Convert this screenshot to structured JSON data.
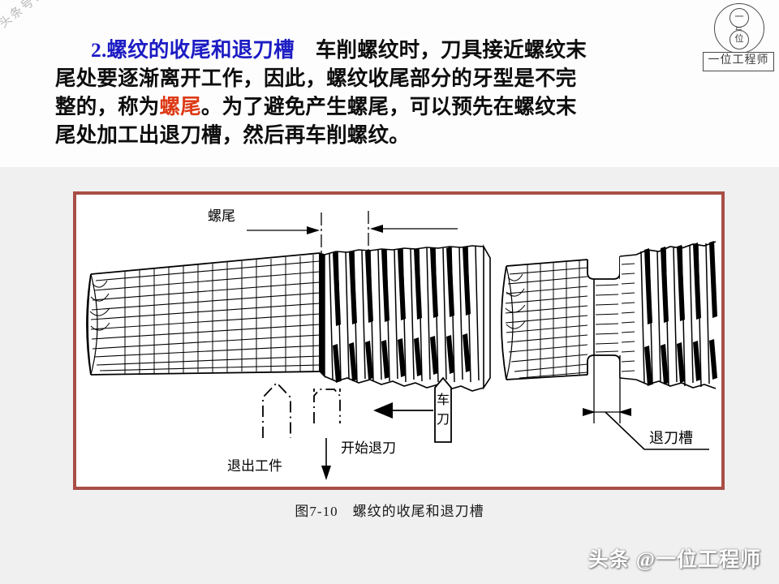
{
  "slide": {
    "background_color": "#f0f0f0",
    "top_band_color": "#fdfdfd"
  },
  "colors": {
    "heading_blue": "#1c1cc4",
    "highlight_red": "#dd3a15",
    "frame_border": "#a84e47",
    "body_text": "#0d0d0d"
  },
  "body": {
    "heading": "2.螺纹的收尾和退刀槽",
    "line1_rest": "车削螺纹时，刀具接近螺纹末",
    "line2": "尾处要逐渐离开工作，因此，螺纹收尾部分的牙型是不完",
    "line3_a": "整的，称为",
    "line3_hl": "螺尾",
    "line3_b": "。为了避免产生螺尾，可以预先在螺纹末",
    "line4": "尾处加工出退刀槽，然后再车削螺纹。"
  },
  "logo": {
    "upper_mark": "一",
    "lower_mark": "位",
    "middle_mark": "与",
    "plate_text": "一位工程师"
  },
  "watermarks": {
    "diagonal": "头条号：一位工程师",
    "bottom_right": "头条 @一位工程师"
  },
  "figure": {
    "caption": "图7-10　螺纹的收尾和退刀槽",
    "left_diagram": {
      "dimension_label": "螺尾",
      "tool_label": "车刀",
      "note_retract_start": "开始退刀",
      "note_withdraw": "退出工件"
    },
    "right_diagram": {
      "groove_label": "退刀槽"
    }
  }
}
